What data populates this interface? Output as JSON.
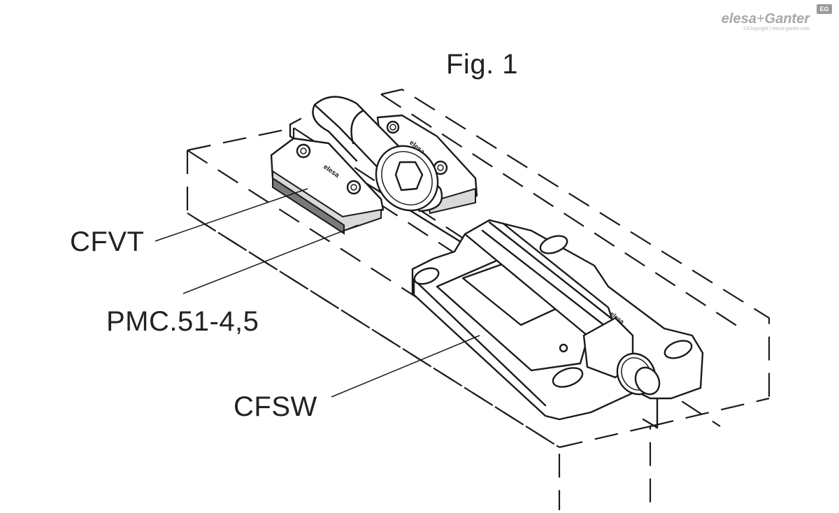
{
  "figure": {
    "title": "Fig. 1"
  },
  "callouts": [
    {
      "id": "cfvt",
      "label": "CFVT"
    },
    {
      "id": "pmc",
      "label": "PMC.51-4,5"
    },
    {
      "id": "cfsw",
      "label": "CFSW"
    }
  ],
  "logo": {
    "brand": "elesa",
    "plus": "+",
    "partner": "Ganter",
    "badge": "EG",
    "copyright": "©Copyright | elesa-ganter.com"
  },
  "part_marks": {
    "hinge_small": "elesa",
    "hinge_small_2": "elesa",
    "hinge_large": "elesa"
  }
}
